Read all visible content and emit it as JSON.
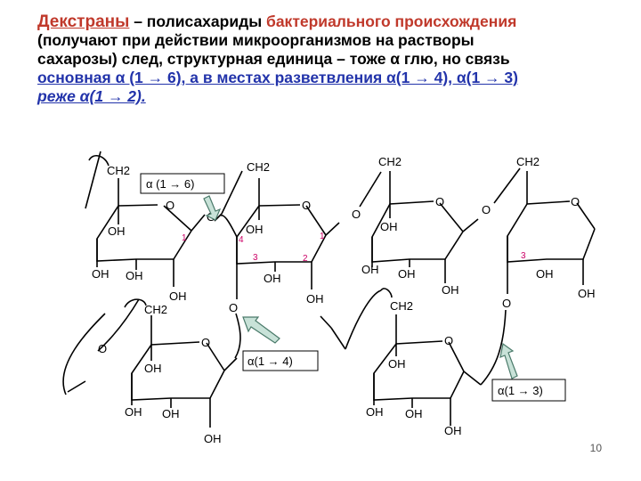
{
  "text": {
    "title": "Декстраны",
    "line1_dash": " – полисахариды ",
    "line1_red": "бактериального происхождения",
    "line2": "(получают при действии микроорганизмов на растворы",
    "line3a": "сахарозы) след, структурная единица – тоже ",
    "line3_alpha": "α",
    "line3b": " глю, но связь",
    "line4_main": "основная α (1 → 6), а в местах разветвления α(1 → 4), α(1 → 3)",
    "line5_rare": "реже α(1 → 2)."
  },
  "structure": {
    "atoms": {
      "ch2": "CH2",
      "oh": "OH",
      "o": "O"
    },
    "position_numbers": {
      "n1a": "1",
      "n4": "4",
      "n3a": "3",
      "n2": "2",
      "n1b": "1",
      "n3b": "3"
    },
    "labels": {
      "bond_16": "α (1 → 6)",
      "bond_14": "α(1 → 4)",
      "bond_13": "α(1 → 3)"
    },
    "colors": {
      "label_arrow_fill": "#c8e2d8",
      "label_arrow_stroke": "#4a7a6a",
      "number_color": "#cc0066"
    }
  },
  "page_number": "10"
}
